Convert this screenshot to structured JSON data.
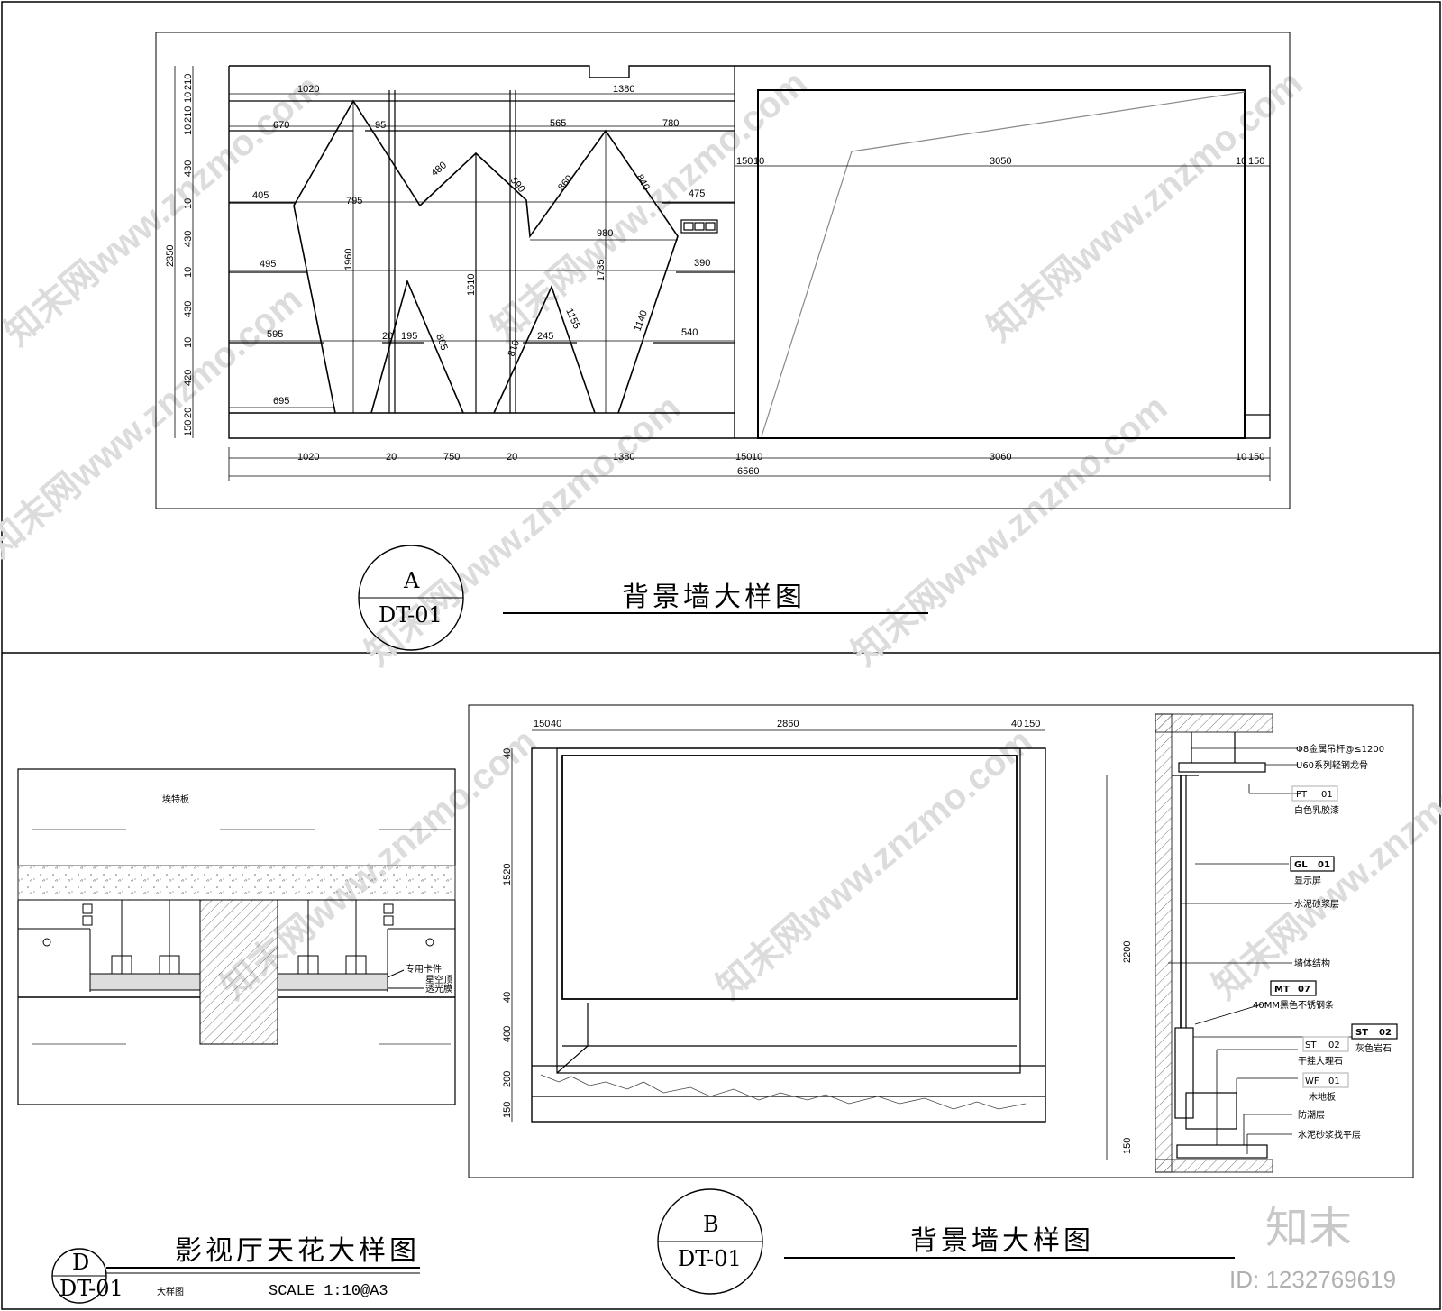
{
  "panel_a": {
    "dims_top": [
      "1020",
      "1380",
      "670",
      "95",
      "565",
      "780",
      "150",
      "10",
      "3050",
      "10",
      "150",
      "405",
      "795",
      "475",
      "980",
      "495",
      "390",
      "595",
      "20",
      "195",
      "245",
      "540",
      "695",
      "480",
      "590",
      "860",
      "840",
      "1960",
      "1610",
      "1735",
      "865",
      "810",
      "1155",
      "1140"
    ],
    "dims_left": [
      "210",
      "10",
      "210",
      "10",
      "430",
      "10",
      "430",
      "10",
      "430",
      "10",
      "420",
      "20",
      "150",
      "2350"
    ],
    "dims_bottom": [
      "1020",
      "20",
      "750",
      "20",
      "1380",
      "150",
      "10",
      "3060",
      "10",
      "150",
      "6560"
    ],
    "title": "背景墙大样图",
    "circle_top": "A",
    "circle_bottom": "DT-01"
  },
  "panel_d": {
    "label_top": "埃特板",
    "label_clip": "专用卡件",
    "label_film1": "星空顶",
    "label_film2": "透光膜",
    "title": "影视厅天花大样图",
    "circle_top": "D",
    "circle_bottom": "DT-01",
    "subtitle": "大样图",
    "scale": "SCALE 1:10@A3"
  },
  "panel_b": {
    "dims_top": [
      "150",
      "40",
      "2860",
      "40",
      "150"
    ],
    "dims_left": [
      "40",
      "1520",
      "40",
      "400",
      "200",
      "150"
    ],
    "section_dims": [
      "2200",
      "150"
    ],
    "notes": [
      {
        "text": "Φ8金属吊杆@≤1200"
      },
      {
        "text": "U60系列轻钢龙骨"
      },
      {
        "code": "PT",
        "num": "01",
        "text": "白色乳胶漆"
      },
      {
        "code": "GL",
        "num": "01",
        "text": "显示屏"
      },
      {
        "text": "水泥砂浆层"
      },
      {
        "text": "墙体结构"
      },
      {
        "code": "MT",
        "num": "07",
        "text": "40MM黑色不锈钢条"
      },
      {
        "code": "ST",
        "num": "02",
        "text": "灰色岩石"
      },
      {
        "code": "ST",
        "num": "02",
        "text": "干挂大理石"
      },
      {
        "code": "WF",
        "num": "01",
        "text": "木地板"
      },
      {
        "text": "防潮层"
      },
      {
        "text": "水泥砂浆找平层"
      }
    ],
    "title": "背景墙大样图",
    "circle_top": "B",
    "circle_bottom": "DT-01"
  },
  "brand": {
    "logo": "知末",
    "id": "ID: 1232769619"
  },
  "watermark": "知末网www.znzmo.com"
}
